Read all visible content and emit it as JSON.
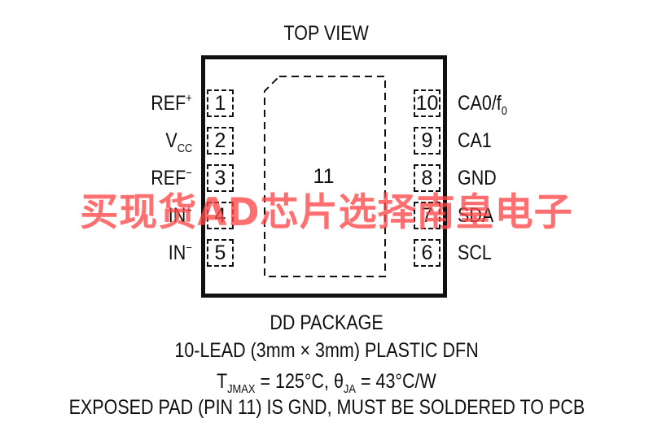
{
  "title": "TOP VIEW",
  "pins_left": [
    {
      "number": "1",
      "label": "REF",
      "sup": "+",
      "sub": ""
    },
    {
      "number": "2",
      "label": "V",
      "sup": "",
      "sub": "CC"
    },
    {
      "number": "3",
      "label": "REF",
      "sup": "−",
      "sub": ""
    },
    {
      "number": "4",
      "label": "IN",
      "sup": "+",
      "sub": ""
    },
    {
      "number": "5",
      "label": "IN",
      "sup": "−",
      "sub": ""
    }
  ],
  "pins_right": [
    {
      "number": "10",
      "label": "CA0/f",
      "sup": "",
      "sub": "0"
    },
    {
      "number": "9",
      "label": "CA1",
      "sup": "",
      "sub": ""
    },
    {
      "number": "8",
      "label": "GND",
      "sup": "",
      "sub": ""
    },
    {
      "number": "7",
      "label": "SDA",
      "sup": "",
      "sub": ""
    },
    {
      "number": "6",
      "label": "SCL",
      "sup": "",
      "sub": ""
    }
  ],
  "exposed_pad_number": "11",
  "package_name": "DD PACKAGE",
  "package_desc": "10-LEAD (3mm × 3mm) PLASTIC DFN",
  "thermal": {
    "tj_main": "T",
    "tj_sub": "JMAX",
    "tj_value": " = 125°C, ",
    "theta_main": "θ",
    "theta_sub": "JA",
    "theta_value": " = 43°C/W"
  },
  "note": "EXPOSED PAD (PIN 11) IS GND, MUST BE SOLDERED TO PCB",
  "watermark": "买现货AD芯片选择南皇电子",
  "colors": {
    "outline": "#111111",
    "watermark": "#ff4646"
  }
}
